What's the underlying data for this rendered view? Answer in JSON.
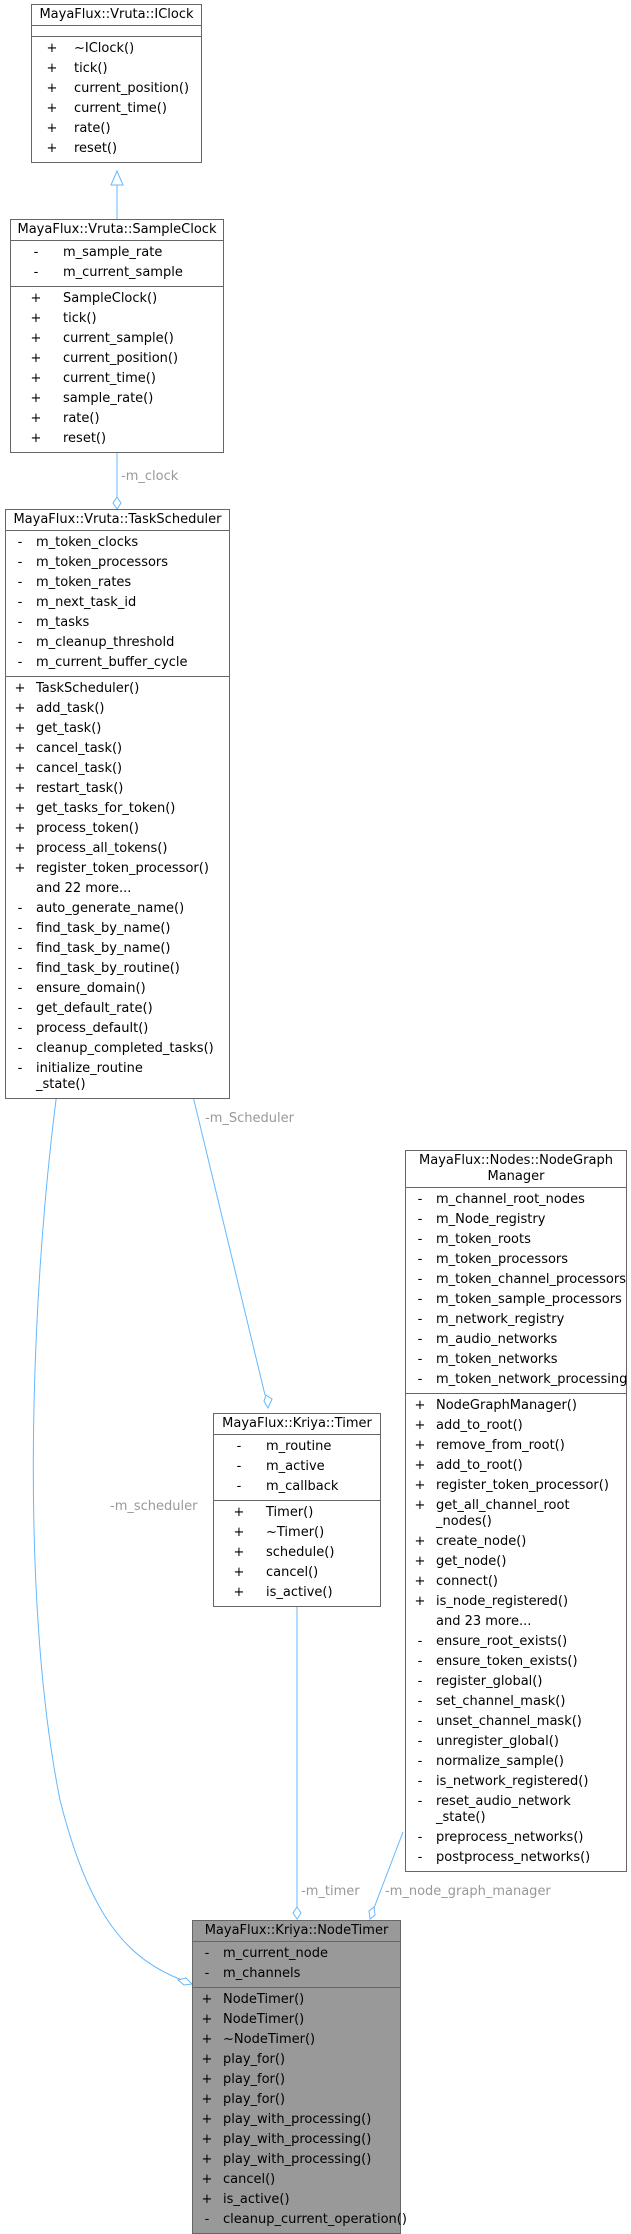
{
  "classes": {
    "iclock": {
      "title": "MayaFlux::Vruta::IClock",
      "attributes": [],
      "methods": [
        {
          "vis": "+",
          "name": "~IClock()"
        },
        {
          "vis": "+",
          "name": "tick()"
        },
        {
          "vis": "+",
          "name": "current_position()"
        },
        {
          "vis": "+",
          "name": "current_time()"
        },
        {
          "vis": "+",
          "name": "rate()"
        },
        {
          "vis": "+",
          "name": "reset()"
        }
      ]
    },
    "sampleclock": {
      "title": "MayaFlux::Vruta::SampleClock",
      "attributes": [
        {
          "vis": "-",
          "name": "m_sample_rate"
        },
        {
          "vis": "-",
          "name": "m_current_sample"
        }
      ],
      "methods": [
        {
          "vis": "+",
          "name": "SampleClock()"
        },
        {
          "vis": "+",
          "name": "tick()"
        },
        {
          "vis": "+",
          "name": "current_sample()"
        },
        {
          "vis": "+",
          "name": "current_position()"
        },
        {
          "vis": "+",
          "name": "current_time()"
        },
        {
          "vis": "+",
          "name": "sample_rate()"
        },
        {
          "vis": "+",
          "name": "rate()"
        },
        {
          "vis": "+",
          "name": "reset()"
        }
      ]
    },
    "taskscheduler": {
      "title": "MayaFlux::Vruta::TaskScheduler",
      "attributes": [
        {
          "vis": "-",
          "name": "m_token_clocks"
        },
        {
          "vis": "-",
          "name": "m_token_processors"
        },
        {
          "vis": "-",
          "name": "m_token_rates"
        },
        {
          "vis": "-",
          "name": "m_next_task_id"
        },
        {
          "vis": "-",
          "name": "m_tasks"
        },
        {
          "vis": "-",
          "name": "m_cleanup_threshold"
        },
        {
          "vis": "-",
          "name": "m_current_buffer_cycle"
        }
      ],
      "methods": [
        {
          "vis": "+",
          "name": "TaskScheduler()"
        },
        {
          "vis": "+",
          "name": "add_task()"
        },
        {
          "vis": "+",
          "name": "get_task()"
        },
        {
          "vis": "+",
          "name": "cancel_task()"
        },
        {
          "vis": "+",
          "name": "cancel_task()"
        },
        {
          "vis": "+",
          "name": "restart_task()"
        },
        {
          "vis": "+",
          "name": "get_tasks_for_token()"
        },
        {
          "vis": "+",
          "name": "process_token()"
        },
        {
          "vis": "+",
          "name": "process_all_tokens()"
        },
        {
          "vis": "+",
          "name": "register_token_processor()"
        },
        {
          "vis": "",
          "name": "and 22 more...",
          "more": true
        },
        {
          "vis": "-",
          "name": "auto_generate_name()"
        },
        {
          "vis": "-",
          "name": "find_task_by_name()"
        },
        {
          "vis": "-",
          "name": "find_task_by_name()"
        },
        {
          "vis": "-",
          "name": "find_task_by_routine()"
        },
        {
          "vis": "-",
          "name": "ensure_domain()"
        },
        {
          "vis": "-",
          "name": "get_default_rate()"
        },
        {
          "vis": "-",
          "name": "process_default()"
        },
        {
          "vis": "-",
          "name": "cleanup_completed_tasks()"
        },
        {
          "vis": "-",
          "name": "initialize_routine\n_state()"
        }
      ]
    },
    "timer": {
      "title": "MayaFlux::Kriya::Timer",
      "attributes": [
        {
          "vis": "-",
          "name": "m_routine"
        },
        {
          "vis": "-",
          "name": "m_active"
        },
        {
          "vis": "-",
          "name": "m_callback"
        }
      ],
      "methods": [
        {
          "vis": "+",
          "name": "Timer()"
        },
        {
          "vis": "+",
          "name": "~Timer()"
        },
        {
          "vis": "+",
          "name": "schedule()"
        },
        {
          "vis": "+",
          "name": "cancel()"
        },
        {
          "vis": "+",
          "name": "is_active()"
        }
      ]
    },
    "nodegraphmanager": {
      "title": "MayaFlux::Nodes::NodeGraph\nManager",
      "attributes": [
        {
          "vis": "-",
          "name": "m_channel_root_nodes"
        },
        {
          "vis": "-",
          "name": "m_Node_registry"
        },
        {
          "vis": "-",
          "name": "m_token_roots"
        },
        {
          "vis": "-",
          "name": "m_token_processors"
        },
        {
          "vis": "-",
          "name": "m_token_channel_processors"
        },
        {
          "vis": "-",
          "name": "m_token_sample_processors"
        },
        {
          "vis": "-",
          "name": "m_network_registry"
        },
        {
          "vis": "-",
          "name": "m_audio_networks"
        },
        {
          "vis": "-",
          "name": "m_token_networks"
        },
        {
          "vis": "-",
          "name": "m_token_network_processing"
        }
      ],
      "methods": [
        {
          "vis": "+",
          "name": "NodeGraphManager()"
        },
        {
          "vis": "+",
          "name": "add_to_root()"
        },
        {
          "vis": "+",
          "name": "remove_from_root()"
        },
        {
          "vis": "+",
          "name": "add_to_root()"
        },
        {
          "vis": "+",
          "name": "register_token_processor()"
        },
        {
          "vis": "+",
          "name": "get_all_channel_root\n_nodes()"
        },
        {
          "vis": "+",
          "name": "create_node()"
        },
        {
          "vis": "+",
          "name": "get_node()"
        },
        {
          "vis": "+",
          "name": "connect()"
        },
        {
          "vis": "+",
          "name": "is_node_registered()"
        },
        {
          "vis": "",
          "name": "and 23 more...",
          "more": true
        },
        {
          "vis": "-",
          "name": "ensure_root_exists()"
        },
        {
          "vis": "-",
          "name": "ensure_token_exists()"
        },
        {
          "vis": "-",
          "name": "register_global()"
        },
        {
          "vis": "-",
          "name": "set_channel_mask()"
        },
        {
          "vis": "-",
          "name": "unset_channel_mask()"
        },
        {
          "vis": "-",
          "name": "unregister_global()"
        },
        {
          "vis": "-",
          "name": "normalize_sample()"
        },
        {
          "vis": "-",
          "name": "is_network_registered()"
        },
        {
          "vis": "-",
          "name": "reset_audio_network\n_state()"
        },
        {
          "vis": "-",
          "name": "preprocess_networks()"
        },
        {
          "vis": "-",
          "name": "postprocess_networks()"
        }
      ]
    },
    "nodetimer": {
      "title": "MayaFlux::Kriya::NodeTimer",
      "attributes": [
        {
          "vis": "-",
          "name": "m_current_node"
        },
        {
          "vis": "-",
          "name": "m_channels"
        }
      ],
      "methods": [
        {
          "vis": "+",
          "name": "NodeTimer()"
        },
        {
          "vis": "+",
          "name": "NodeTimer()"
        },
        {
          "vis": "+",
          "name": "~NodeTimer()"
        },
        {
          "vis": "+",
          "name": "play_for()"
        },
        {
          "vis": "+",
          "name": "play_for()"
        },
        {
          "vis": "+",
          "name": "play_for()"
        },
        {
          "vis": "+",
          "name": "play_with_processing()"
        },
        {
          "vis": "+",
          "name": "play_with_processing()"
        },
        {
          "vis": "+",
          "name": "play_with_processing()"
        },
        {
          "vis": "+",
          "name": "cancel()"
        },
        {
          "vis": "+",
          "name": "is_active()"
        },
        {
          "vis": "-",
          "name": "cleanup_current_operation()"
        }
      ]
    }
  },
  "edge_labels": {
    "m_clock": "-m_clock",
    "m_scheduler_short": "-m_Scheduler",
    "m_scheduler": "-m_scheduler",
    "m_timer": "-m_timer",
    "m_node_graph_manager": "-m_node_graph_manager"
  },
  "colors": {
    "edge": "#63b8ff",
    "border": "#666666",
    "highlight_fill": "#999999",
    "label": "#999999"
  }
}
